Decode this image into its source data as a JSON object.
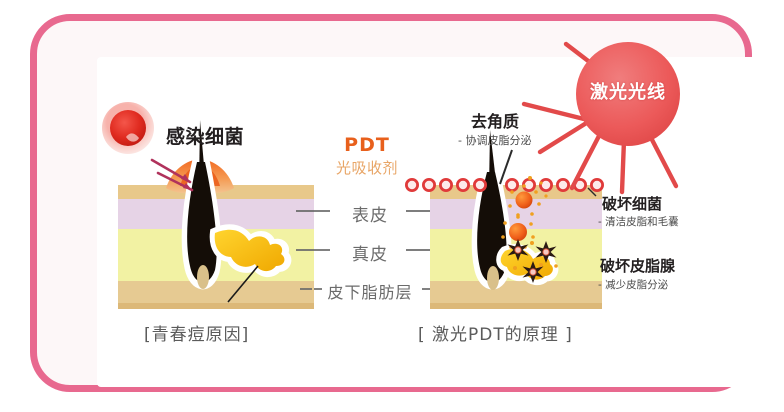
{
  "frame": {
    "border_color": "#e8698f",
    "background": "#ffffff"
  },
  "left_panel": {
    "caption": "[青春痘原因]",
    "bacteria_label": "感染细菌",
    "bacteria_color": "#e8332a",
    "bacteria_halo_color": "#f3a49c",
    "arrow_color": "#b0325c"
  },
  "center": {
    "pdt_title": "PDT",
    "pdt_subtitle": "光吸收剂",
    "pdt_title_color": "#e8601c",
    "pdt_subtitle_color": "#e8a566",
    "layers": [
      {
        "name": "表皮",
        "color": "#e6d3e6"
      },
      {
        "name": "真皮",
        "color": "#f2f2a3"
      },
      {
        "name": "皮下脂肪层",
        "color": "#e6ca92"
      }
    ],
    "label_color": "#6b6b6b"
  },
  "right_panel": {
    "caption": "[ 激光PDT的原理 ]",
    "laser_label": "激光光线",
    "laser_color": "#ec5a5a",
    "annotations": [
      {
        "title": "去角质",
        "subtitle": "- 协调皮脂分泌"
      },
      {
        "title": "破坏细菌",
        "subtitle": "- 清洁皮脂和毛囊"
      },
      {
        "title": "破坏皮脂腺",
        "subtitle": "- 减少皮脂分泌"
      }
    ],
    "particle_color": "#e03a3a",
    "sphere_color": "#f0601a",
    "burst_color": "#2b1a14"
  },
  "skin": {
    "surface_color": "#e8c88a",
    "epidermis_color": "#e6d3e6",
    "dermis_color": "#f2f2a3",
    "fat_color": "#e6ca92",
    "follicle_color": "#1a1008",
    "gland_color": "#f2b800",
    "inflammation_color": "#f07a2a"
  }
}
